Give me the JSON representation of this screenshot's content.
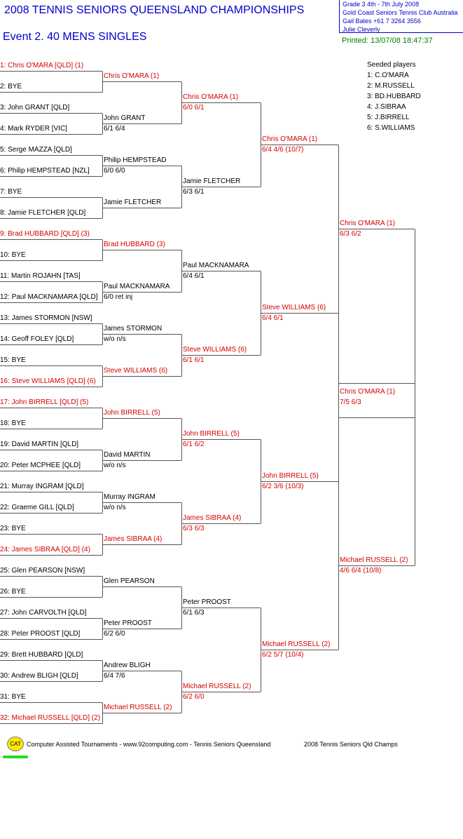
{
  "header": {
    "title": "2008  TENNIS SENIORS QUEENSLAND CHAMPIONSHIPS",
    "event": "Event 2. 40  MENS SINGLES",
    "printed": "Printed: 13/07/08 18:47:37",
    "info_lines": [
      "Grade 3    4th - 7th  July 2008",
      "Gold Coast Seniors Tennis Club    Australia",
      "Gail Bates    +61 7 3264 3556",
      "Julie Cleverly"
    ]
  },
  "seeds": {
    "heading": "Seeded players",
    "list": [
      "1: C.O'MARA",
      "2: M.RUSSELL",
      "3: BD.HUBBARD",
      "4: J.SIBRAA",
      "5: J.BIRRELL",
      "6: S.WILLIAMS"
    ]
  },
  "colors": {
    "seed": "#d40000",
    "normal": "#000000",
    "heading": "#0000cc",
    "printed": "#008000"
  },
  "round1": [
    {
      "name": "1: Chris O'MARA [QLD] (1)",
      "seeded": true
    },
    {
      "name": "2: BYE",
      "seeded": false
    },
    {
      "name": "3: John GRANT [QLD]",
      "seeded": false
    },
    {
      "name": "4: Mark RYDER [VIC]",
      "seeded": false
    },
    {
      "name": "5: Serge MAZZA [QLD]",
      "seeded": false
    },
    {
      "name": "6: Philip HEMPSTEAD [NZL]",
      "seeded": false
    },
    {
      "name": "7: BYE",
      "seeded": false
    },
    {
      "name": "8: Jamie FLETCHER [QLD]",
      "seeded": false
    },
    {
      "name": "9: Brad HUBBARD [QLD] (3)",
      "seeded": true
    },
    {
      "name": "10: BYE",
      "seeded": false
    },
    {
      "name": "11: Martin ROJAHN [TAS]",
      "seeded": false
    },
    {
      "name": "12: Paul MACKNAMARA [QLD]",
      "seeded": false
    },
    {
      "name": "13: James STORMON [NSW]",
      "seeded": false
    },
    {
      "name": "14: Geoff FOLEY [QLD]",
      "seeded": false
    },
    {
      "name": "15: BYE",
      "seeded": false
    },
    {
      "name": "16: Steve WILLIAMS [QLD] (6)",
      "seeded": true
    },
    {
      "name": "17: John BIRRELL [QLD] (5)",
      "seeded": true
    },
    {
      "name": "18: BYE",
      "seeded": false
    },
    {
      "name": "19: David MARTIN [QLD]",
      "seeded": false
    },
    {
      "name": "20: Peter MCPHEE [QLD]",
      "seeded": false
    },
    {
      "name": "21: Murray INGRAM [QLD]",
      "seeded": false
    },
    {
      "name": "22: Graeme GILL [QLD]",
      "seeded": false
    },
    {
      "name": "23: BYE",
      "seeded": false
    },
    {
      "name": "24: James SIBRAA [QLD] (4)",
      "seeded": true
    },
    {
      "name": "25: Glen PEARSON [NSW]",
      "seeded": false
    },
    {
      "name": "26: BYE",
      "seeded": false
    },
    {
      "name": "27: John CARVOLTH [QLD]",
      "seeded": false
    },
    {
      "name": "28: Peter PROOST [QLD]",
      "seeded": false
    },
    {
      "name": "29: Brett HUBBARD [QLD]",
      "seeded": false
    },
    {
      "name": "30: Andrew BLIGH [QLD]",
      "seeded": false
    },
    {
      "name": "31: BYE",
      "seeded": false
    },
    {
      "name": "32: Michael RUSSELL [QLD] (2)",
      "seeded": true
    }
  ],
  "round2": [
    {
      "name": "Chris O'MARA (1)",
      "score": "",
      "seeded": true
    },
    {
      "name": "John GRANT",
      "score": "6/1 6/4",
      "seeded": false
    },
    {
      "name": "Philip HEMPSTEAD",
      "score": "6/0 6/0",
      "seeded": false
    },
    {
      "name": "Jamie FLETCHER",
      "score": "",
      "seeded": false
    },
    {
      "name": "Brad HUBBARD (3)",
      "score": "",
      "seeded": true
    },
    {
      "name": "Paul MACKNAMARA",
      "score": "6/0 ret inj",
      "seeded": false
    },
    {
      "name": "James STORMON",
      "score": "w/o n/s",
      "seeded": false
    },
    {
      "name": "Steve WILLIAMS (6)",
      "score": "",
      "seeded": true
    },
    {
      "name": "John BIRRELL (5)",
      "score": "",
      "seeded": true
    },
    {
      "name": "David MARTIN",
      "score": "w/o n/s",
      "seeded": false
    },
    {
      "name": "Murray INGRAM",
      "score": "w/o n/s",
      "seeded": false
    },
    {
      "name": "James SIBRAA (4)",
      "score": "",
      "seeded": true
    },
    {
      "name": "Glen PEARSON",
      "score": "",
      "seeded": false
    },
    {
      "name": "Peter PROOST",
      "score": "6/2 6/0",
      "seeded": false
    },
    {
      "name": "Andrew BLIGH",
      "score": "6/4 7/6",
      "seeded": false
    },
    {
      "name": "Michael RUSSELL (2)",
      "score": "",
      "seeded": true
    }
  ],
  "round3": [
    {
      "name": "Chris O'MARA (1)",
      "score": "6/0 6/1",
      "seeded": true
    },
    {
      "name": "Jamie FLETCHER",
      "score": "6/3 6/1",
      "seeded": false
    },
    {
      "name": "Paul MACKNAMARA",
      "score": "6/4 6/1",
      "seeded": false
    },
    {
      "name": "Steve WILLIAMS (6)",
      "score": "6/1 6/1",
      "seeded": true
    },
    {
      "name": "John BIRRELL (5)",
      "score": "6/1 6/2",
      "seeded": true
    },
    {
      "name": "James SIBRAA (4)",
      "score": "6/3 6/3",
      "seeded": true
    },
    {
      "name": "Peter PROOST",
      "score": "6/1 6/3",
      "seeded": false
    },
    {
      "name": "Michael RUSSELL (2)",
      "score": "6/2 6/0",
      "seeded": true
    }
  ],
  "round4": [
    {
      "name": "Chris O'MARA (1)",
      "score": "6/4 4/6 (10/7)",
      "seeded": true
    },
    {
      "name": "Steve WILLIAMS (6)",
      "score": "6/4 6/1",
      "seeded": true
    },
    {
      "name": "John BIRRELL (5)",
      "score": "6/2 3/6 (10/3)",
      "seeded": true
    },
    {
      "name": "Michael RUSSELL (2)",
      "score": "6/2 5/7 (10/4)",
      "seeded": true
    }
  ],
  "round5": [
    {
      "name": "Chris O'MARA (1)",
      "score": "6/3 6/2",
      "seeded": true
    },
    {
      "name": "Michael RUSSELL (2)",
      "score": "4/6 6/4 (10/8)",
      "seeded": true
    }
  ],
  "final": {
    "name": "Chris O'MARA (1)",
    "score": "7/5 6/3",
    "seeded": true
  },
  "footer": {
    "logo_text": "CAT",
    "credit": "Computer Assisted Tournaments - www.92computing.com -  Tennis Seniors Queensland",
    "event_name": "2008 Tennis Seniors Qld Champs"
  }
}
